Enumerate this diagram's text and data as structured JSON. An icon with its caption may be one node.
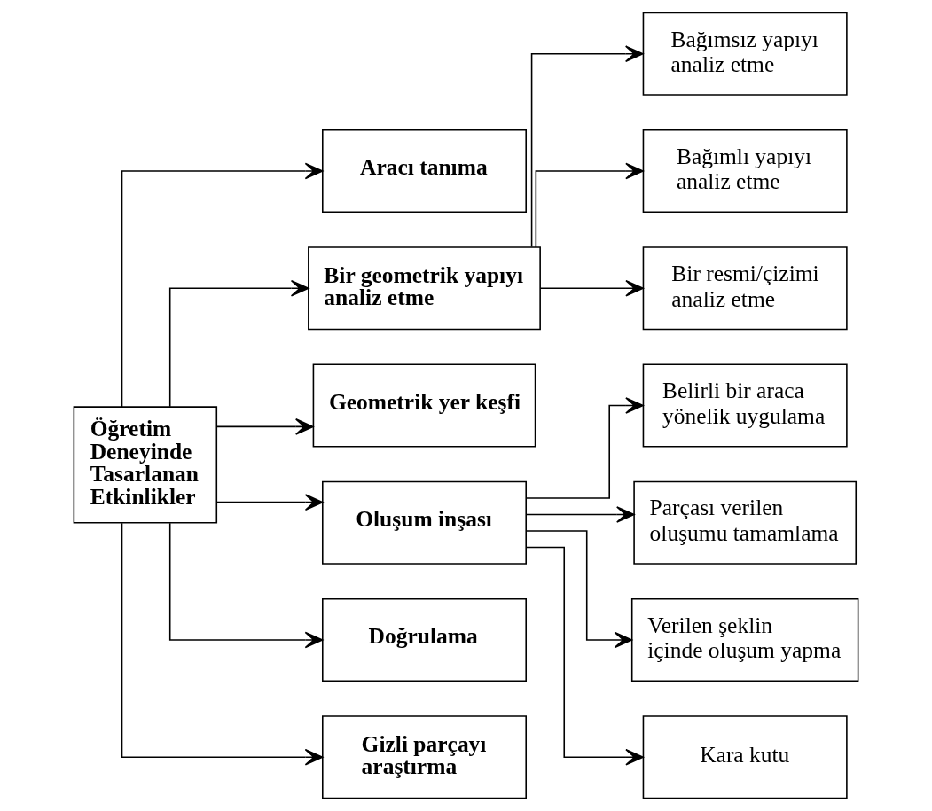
{
  "diagram": {
    "nodes": [
      {
        "text": [
          "Öğretim Deneyinde Tasarlanan Etkinlikler"
        ]
      },
      {
        "text": [
          "Aracı tanıma"
        ]
      },
      {
        "text": [
          "Bir geometrik yapıyı analiz etme"
        ]
      },
      {
        "text": [
          "Bağımsız yapıyı analiz etme"
        ]
      },
      {
        "text": [
          "Bağımlı yapıyı analiz etme"
        ]
      },
      {
        "text": [
          "Bir resmi/çizimi analiz etme"
        ]
      },
      {
        "text": [
          "Geometrik yer keşfi"
        ]
      },
      {
        "text": [
          "Oluşum inşası"
        ]
      },
      {
        "text": [
          "Belirli bir araca yönelik uygulama"
        ]
      },
      {
        "text": [
          "Parçası verilen oluşumu tamamlama"
        ]
      },
      {
        "text": [
          "Verilen şeklin içinde oluşum yapma"
        ]
      },
      {
        "text": [
          "Kara kutu"
        ]
      },
      {
        "text": [
          "Doğrulama"
        ]
      },
      {
        "text": [
          "Gizli parçayı araştırma"
        ]
      }
    ],
    "edges": [
      {
        "from": 0,
        "to": 1,
        "arrow": "to"
      },
      {
        "from": 0,
        "to": 2,
        "arrow": "to"
      },
      {
        "from": 0,
        "to": 6,
        "arrow": "to"
      },
      {
        "from": 0,
        "to": 7,
        "arrow": "to"
      },
      {
        "from": 0,
        "to": 12,
        "arrow": "to"
      },
      {
        "from": 0,
        "to": 13,
        "arrow": "to"
      },
      {
        "from": 2,
        "to": 3,
        "arrow": "to"
      },
      {
        "from": 2,
        "to": 4,
        "arrow": "to"
      },
      {
        "from": 2,
        "to": 5,
        "arrow": "to"
      },
      {
        "from": 7,
        "to": 8,
        "arrow": "to"
      },
      {
        "from": 7,
        "to": 9,
        "arrow": "to"
      },
      {
        "from": 7,
        "to": 10,
        "arrow": "to"
      },
      {
        "from": 7,
        "to": 11,
        "arrow": "to"
      }
    ]
  }
}
